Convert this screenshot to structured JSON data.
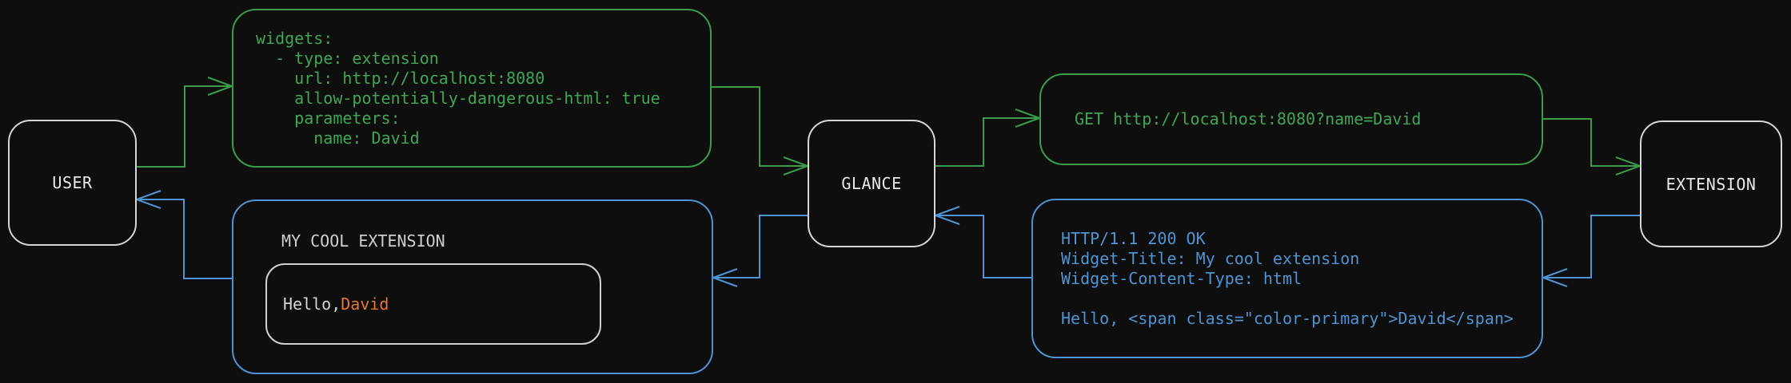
{
  "diagram": {
    "background": "#0e0e0e",
    "colors": {
      "request_green": "#3a9c4b",
      "response_blue": "#4f93d3",
      "node_border": "#d6d6d6",
      "node_text": "#e9e9e9",
      "accent_orange": "#e5772e",
      "muted_text": "#cfcfcf"
    },
    "nodes": {
      "user": {
        "label": "USER"
      },
      "glance": {
        "label": "GLANCE"
      },
      "extension": {
        "label": "EXTENSION"
      }
    },
    "config_box": {
      "lines": [
        "widgets:",
        "  - type: extension",
        "    url: http://localhost:8080",
        "    allow-potentially-dangerous-html: true",
        "    parameters:",
        "      name: David"
      ]
    },
    "request_box": {
      "text": "GET http://localhost:8080?name=David"
    },
    "response_box": {
      "lines": [
        "HTTP/1.1 200 OK",
        "Widget-Title: My cool extension",
        "Widget-Content-Type: html",
        "",
        "Hello, <span class=\"color-primary\">David</span>"
      ]
    },
    "widget_box": {
      "title": "MY COOL EXTENSION",
      "greeting_prefix": "Hello, ",
      "greeting_name": "David"
    }
  }
}
